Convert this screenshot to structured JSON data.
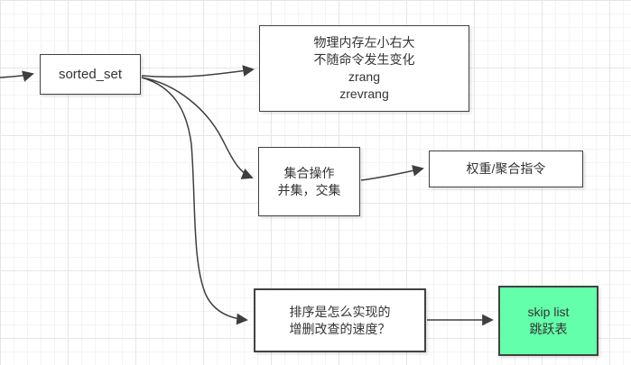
{
  "colors": {
    "node_border": "#424242",
    "arrow": "#3f3f3f",
    "text": "#333333",
    "highlight_fill": "#64ffaa",
    "grid_minor": "#f4f4f4",
    "grid_major": "#e6e6e6",
    "canvas_background": "#ffffff"
  },
  "diagram": {
    "nodes": {
      "sorted_set": {
        "lines": [
          "sorted_set"
        ]
      },
      "physical_memory": {
        "lines": [
          "物理内存左小右大",
          "不随命令发生变化",
          "zrang",
          "zrevrang"
        ]
      },
      "set_operations": {
        "lines": [
          "集合操作",
          "并集，交集"
        ]
      },
      "weight_aggregate": {
        "lines": [
          "权重/聚合指令"
        ]
      },
      "sort_implementation": {
        "lines": [
          "排序是怎么实现的",
          "增删改查的速度？"
        ]
      },
      "skip_list": {
        "lines": [
          "skip list",
          "跳跃表"
        ],
        "fill": "#64ffaa"
      }
    }
  }
}
